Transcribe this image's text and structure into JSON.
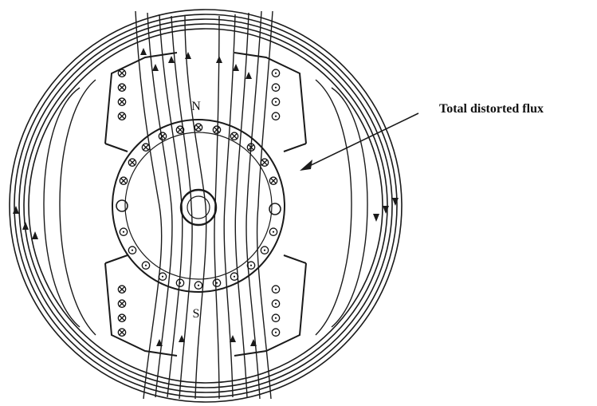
{
  "diagram": {
    "labels": {
      "north_pole": "N",
      "south_pole": "S",
      "annotation": "Total distorted flux"
    },
    "conductor_symbols": {
      "into_page": "⊗",
      "out_of_page": "⊙"
    },
    "colors": {
      "ink": "#1a1a1a",
      "background": "#ffffff"
    }
  }
}
